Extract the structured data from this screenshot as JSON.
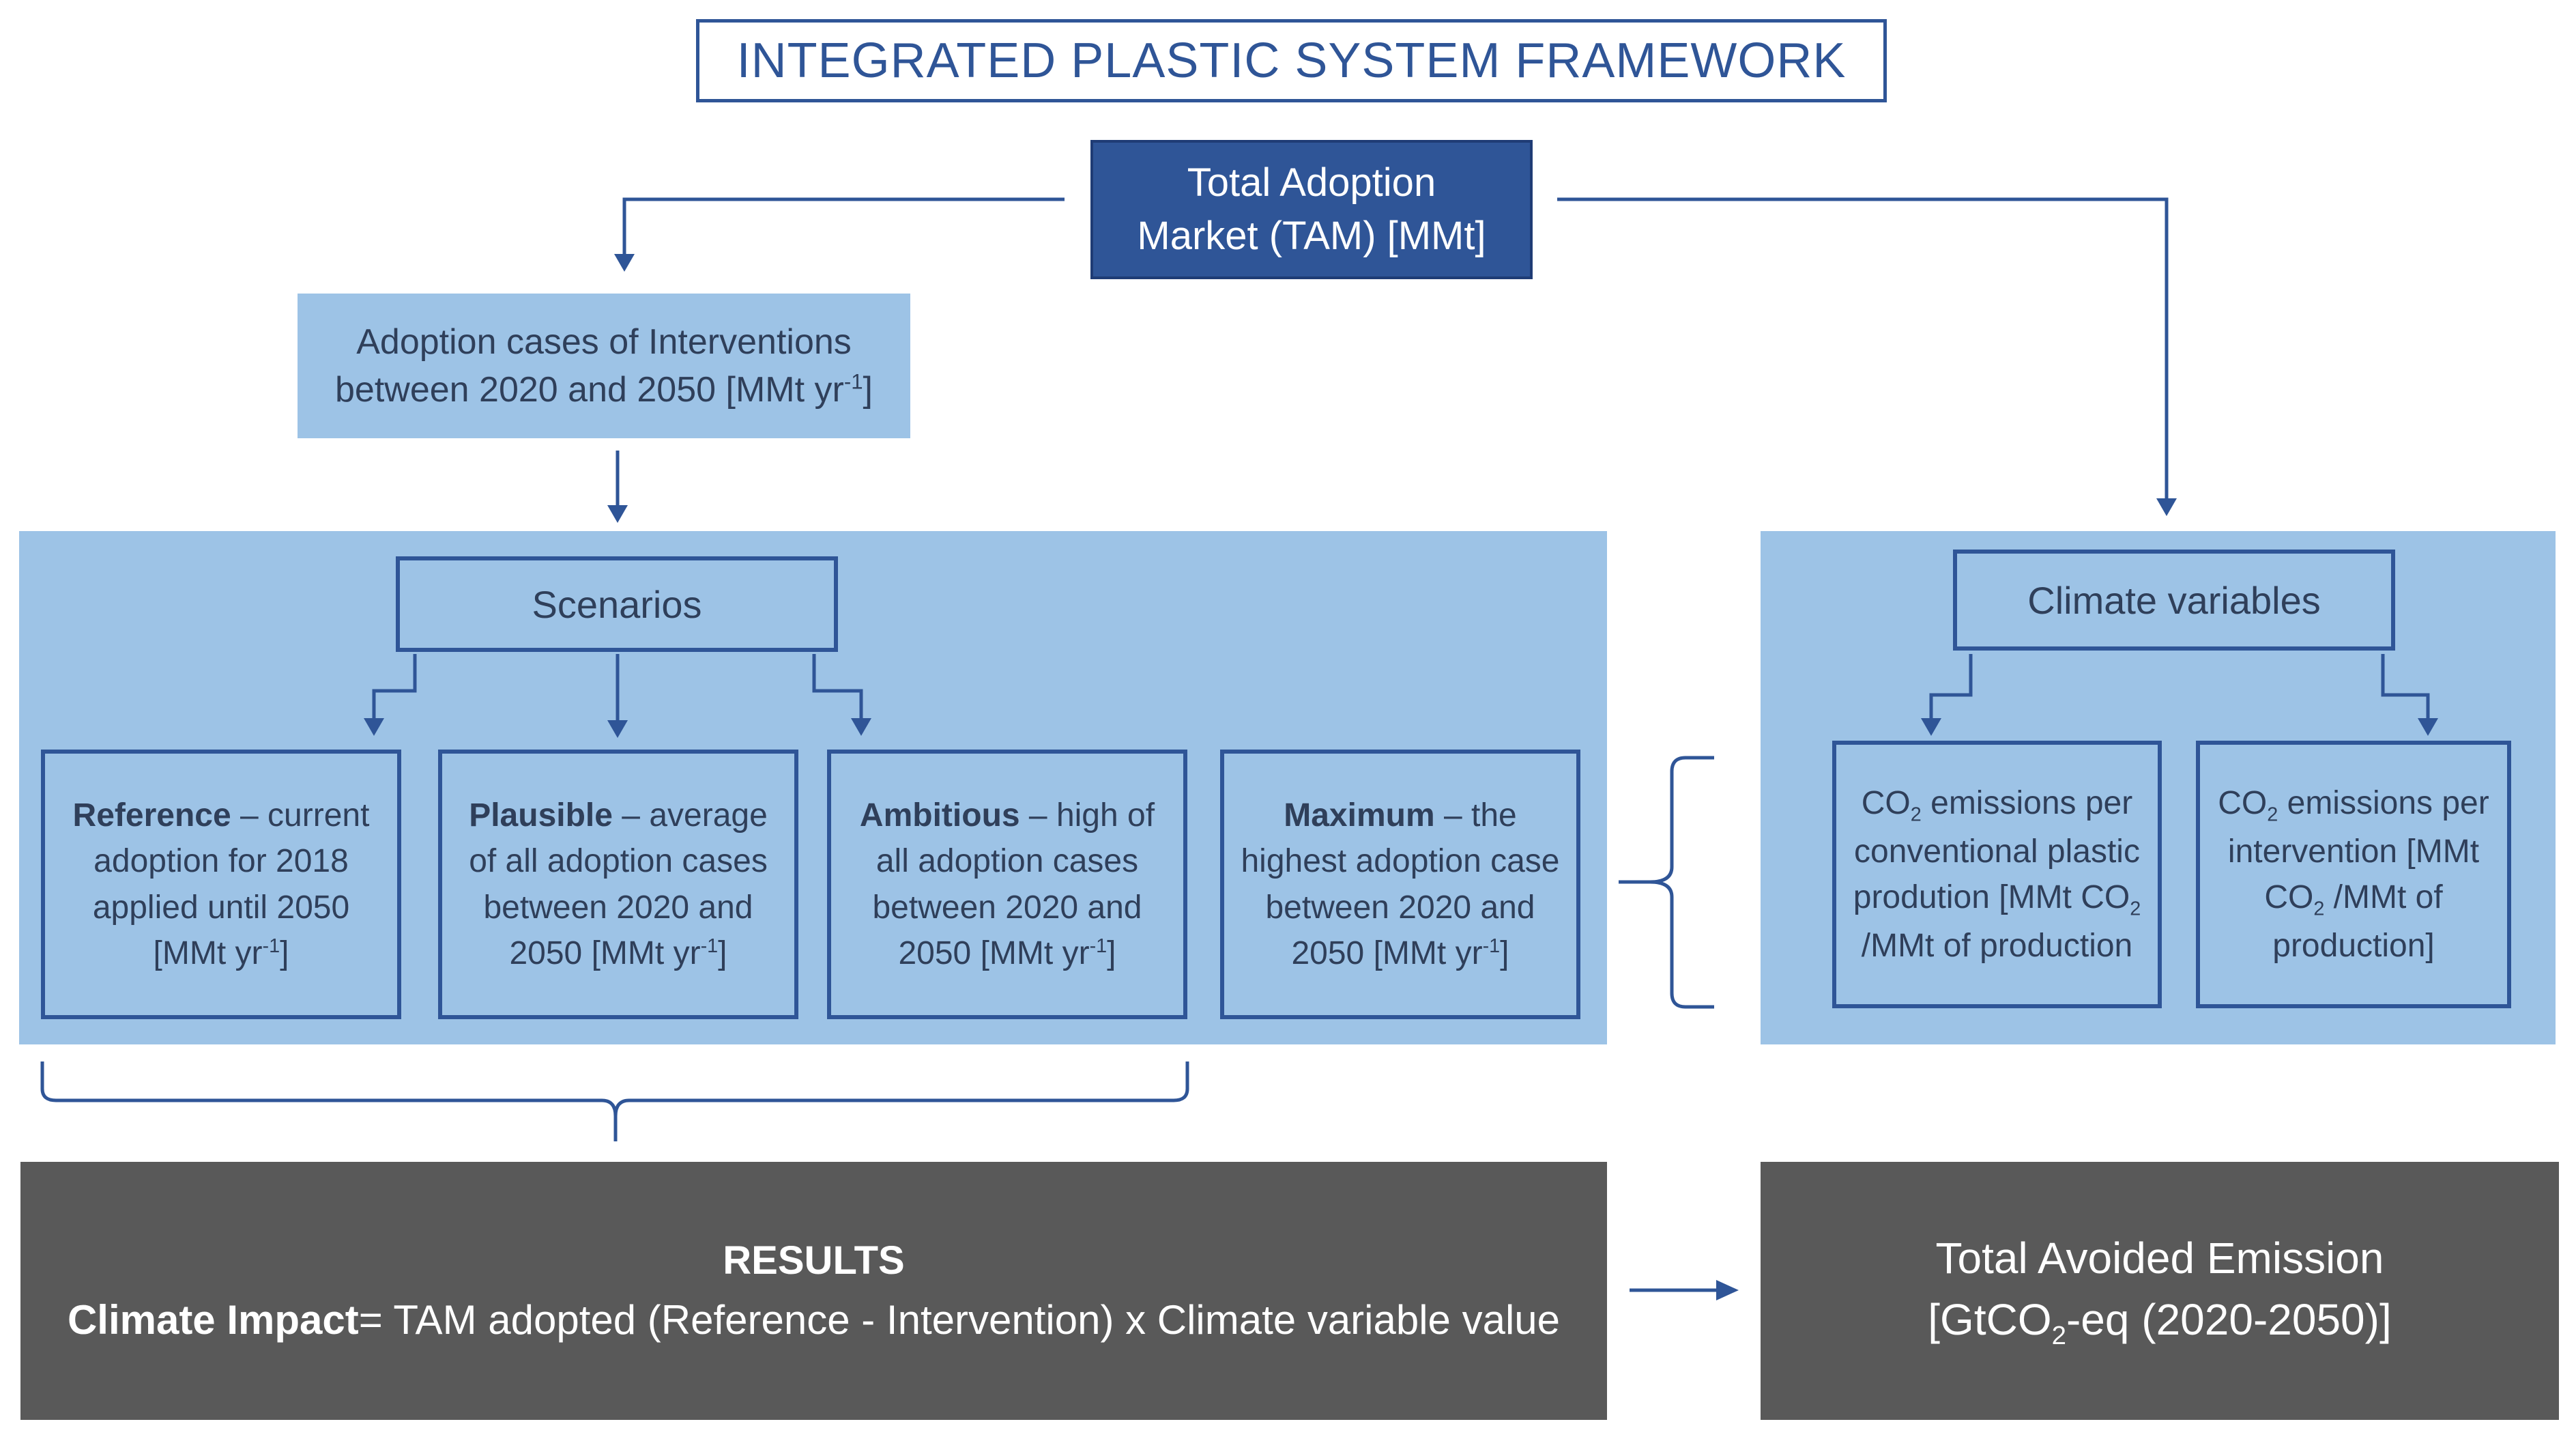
{
  "title": "INTEGRATED PLASTIC SYSTEM FRAMEWORK",
  "tam": {
    "line1": "Total Adoption",
    "line2": "Market (TAM) [MMt]"
  },
  "adoption": {
    "line1": "Adoption cases of Interventions",
    "line2_pre": "between 2020 and 2050 [MMt yr",
    "sup": "-1",
    "line2_post": "]"
  },
  "scenarios": {
    "header": "Scenarios",
    "items": [
      {
        "name": "Reference",
        "text": " – current adoption for 2018 applied until 2050 ",
        "unit_pre": "[MMt yr",
        "sup": "-1",
        "unit_post": "]"
      },
      {
        "name": "Plausible",
        "text": " – average of all adoption cases between 2020 and 2050 ",
        "unit_pre": "[MMt yr",
        "sup": "-1",
        "unit_post": "]"
      },
      {
        "name": "Ambitious",
        "text": " – high of all adoption cases between 2020 and 2050 ",
        "unit_pre": "[MMt yr",
        "sup": "-1",
        "unit_post": "]"
      },
      {
        "name": "Maximum",
        "text": " – the highest adoption case between 2020 and 2050 ",
        "unit_pre": "[MMt yr",
        "sup": "-1",
        "unit_post": "]"
      }
    ]
  },
  "climate": {
    "header": "Climate variables",
    "conventional": {
      "co": "CO",
      "sub": "2",
      "rest": " emissions per conventional plastic prodution ",
      "unit_a": "[MMt CO",
      "unit_sub": "2",
      "unit_b": " /MMt of production"
    },
    "intervention": {
      "co": "CO",
      "sub": "2",
      "rest": " emissions per intervention ",
      "unit_a": "[MMt CO",
      "unit_sub": "2",
      "unit_b": " /MMt of production]"
    }
  },
  "results": {
    "title": "RESULTS",
    "label": "Climate Impact",
    "formula": "= TAM adopted (Reference - Intervention) x Climate variable value"
  },
  "total": {
    "line1": "Total Avoided Emission",
    "line2_pre": "[GtCO",
    "sub": "2",
    "line2_post": "-eq (2020-2050)]"
  },
  "colors": {
    "dark_blue": "#2f5597",
    "light_blue": "#9dc3e6",
    "dark_gray": "#595959"
  }
}
